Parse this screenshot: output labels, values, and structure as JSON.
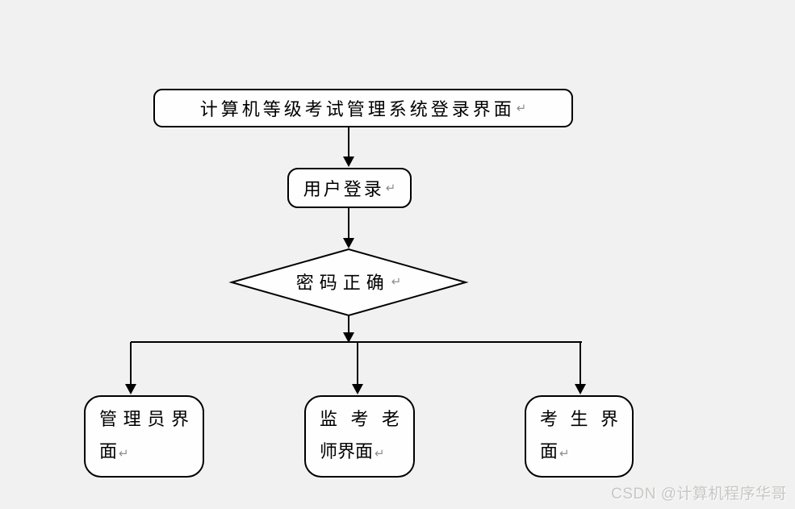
{
  "page": {
    "background_color": "#f1f1f1"
  },
  "flowchart": {
    "colors": {
      "stroke": "#000000",
      "fill": "#fefefe"
    },
    "paragraph_mark": "↵",
    "title_box": {
      "text": "计算机等级考试管理系统登录界面"
    },
    "login_box": {
      "text": "用户登录"
    },
    "decision": {
      "text": "密码正确"
    },
    "branches": [
      {
        "label": "管理员界面",
        "line1": "管理员界",
        "line2": "面"
      },
      {
        "label": "监考老师界面",
        "line1": "监考老",
        "line2": "师界面"
      },
      {
        "label": "考生界面",
        "line1": "考生界",
        "line2": "面"
      }
    ]
  },
  "watermark": {
    "text": "CSDN @计算机程序华哥"
  }
}
